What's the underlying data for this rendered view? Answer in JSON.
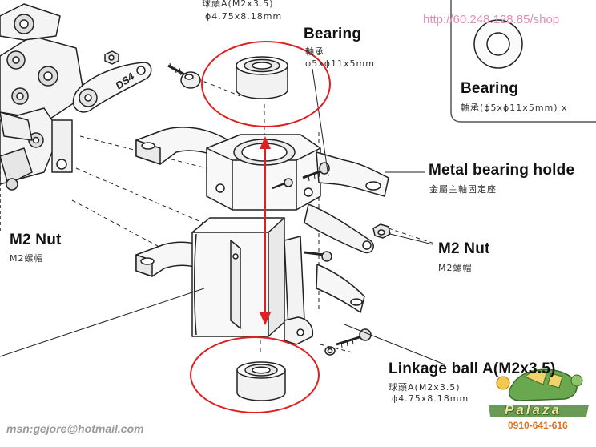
{
  "watermark": {
    "url": "http://60.248.128.85/shop",
    "email": "msn:gejore@hotmail.com",
    "logo_text": "Palaza",
    "logo_phone": "0910-641-616"
  },
  "labels": {
    "ball_top": {
      "cn": "球頭A(M2x3.5)",
      "size": "ϕ4.75x8.18mm"
    },
    "bearing_center": {
      "name": "Bearing",
      "cn": "軸承",
      "size": "ϕ5xϕ11x5mm"
    },
    "bearing_inset": {
      "name": "Bearing",
      "detail": "軸承(ϕ5xϕ11x5mm) x"
    },
    "metal_holder": {
      "name": "Metal bearing holde",
      "cn": "金屬主軸固定座"
    },
    "nut_left": {
      "name": "M2 Nut",
      "cn": "M2螺帽"
    },
    "nut_right": {
      "name": "M2 Nut",
      "cn": "M2螺帽"
    },
    "linkage_ball": {
      "name": "Linkage ball A(M2x3.5)",
      "cn": "球頭A(M2x3.5)",
      "size": "ϕ4.75x8.18mm"
    },
    "servo_arm_text": "DS4"
  },
  "colors": {
    "highlight_red": "#e02020",
    "line": "#222222",
    "watermark_pink": "#e08fb4"
  }
}
